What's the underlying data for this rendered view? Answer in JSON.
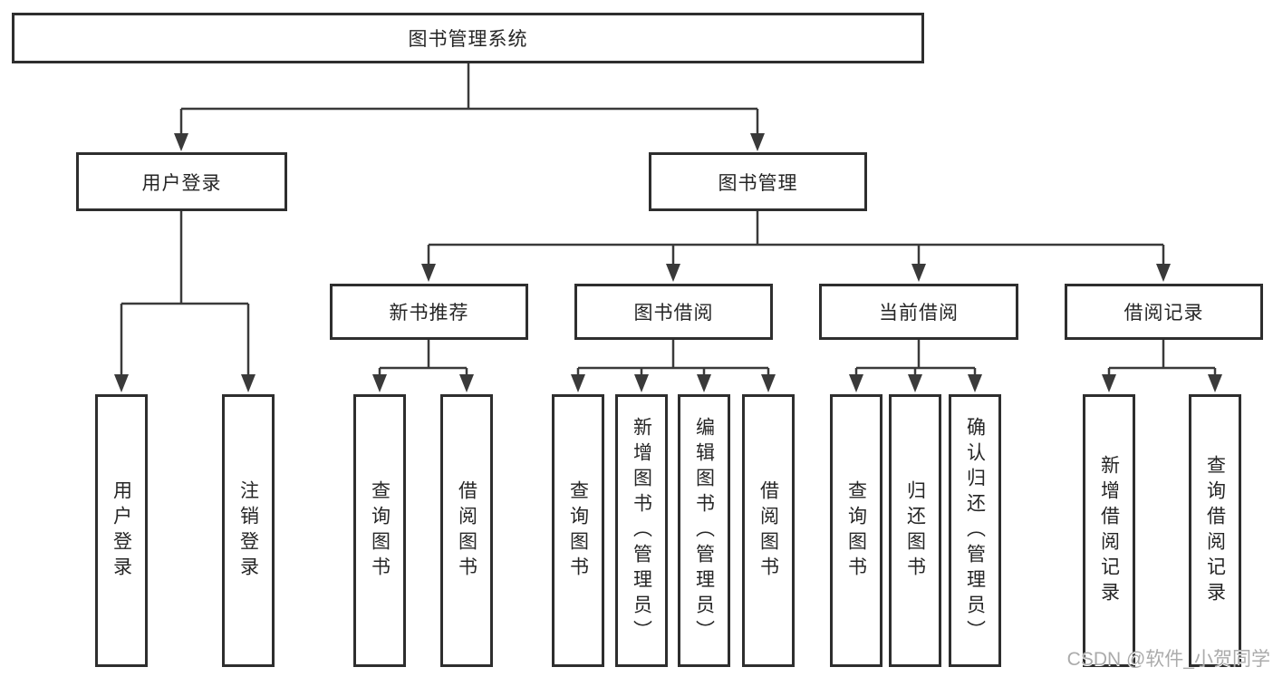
{
  "diagram": {
    "root": {
      "label": "图书管理系统"
    },
    "branches": [
      {
        "label": "用户登录",
        "children": [
          {
            "label": "用户登录"
          },
          {
            "label": "注销登录"
          }
        ]
      },
      {
        "label": "图书管理",
        "children": [
          {
            "label": "新书推荐",
            "children": [
              {
                "label": "查询图书"
              },
              {
                "label": "借阅图书"
              }
            ]
          },
          {
            "label": "图书借阅",
            "children": [
              {
                "label": "查询图书"
              },
              {
                "label": "新增图书（管理员）"
              },
              {
                "label": "编辑图书（管理员）"
              },
              {
                "label": "借阅图书"
              }
            ]
          },
          {
            "label": "当前借阅",
            "children": [
              {
                "label": "查询图书"
              },
              {
                "label": "归还图书"
              },
              {
                "label": "确认归还（管理员）"
              }
            ]
          },
          {
            "label": "借阅记录",
            "children": [
              {
                "label": "新增借阅记录"
              },
              {
                "label": "查询借阅记录"
              }
            ]
          }
        ]
      }
    ]
  },
  "watermark": {
    "text": "CSDN @软件_小贺同学"
  },
  "colors": {
    "line": "#3a3a3a",
    "box_border": "#2e2e2e",
    "text": "#262626",
    "watermark": "#ababab"
  }
}
